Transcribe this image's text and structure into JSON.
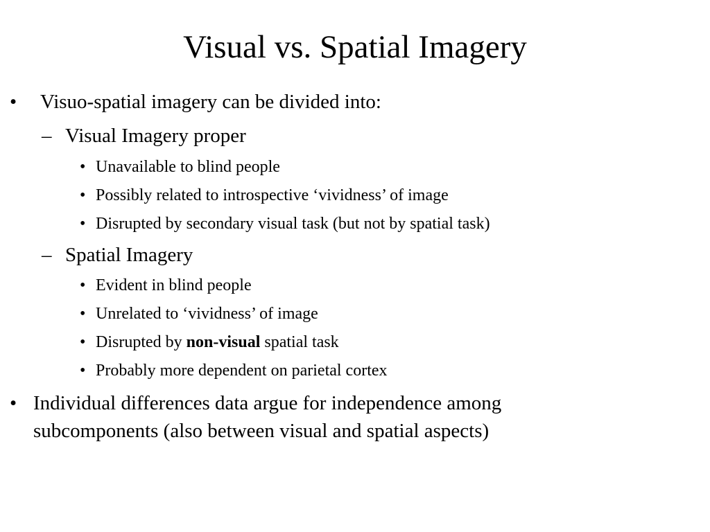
{
  "title": "Visual vs. Spatial Imagery",
  "markers": {
    "bullet": "•",
    "dash": "–"
  },
  "items": [
    {
      "level": 1,
      "text": "Visuo-spatial imagery can  be divided into:"
    },
    {
      "level": 2,
      "text": "Visual Imagery proper"
    },
    {
      "level": 3,
      "text": "Unavailable to blind people"
    },
    {
      "level": 3,
      "text": "Possibly related to introspective ‘vividness’ of image"
    },
    {
      "level": 3,
      "text": "Disrupted by secondary visual task (but not by spatial task)"
    },
    {
      "level": 2,
      "text": "Spatial Imagery"
    },
    {
      "level": 3,
      "text": "Evident in blind people"
    },
    {
      "level": 3,
      "text": "Unrelated to ‘vividness’ of image"
    },
    {
      "level": 3,
      "text_before": "Disrupted by ",
      "text_bold": "non-visual",
      "text_after": " spatial task"
    },
    {
      "level": 3,
      "text": "Probably more dependent on parietal cortex"
    },
    {
      "level": 1,
      "lines": [
        "Individual differences data argue for independence among",
        "subcomponents (also between visual and spatial aspects)"
      ]
    }
  ]
}
